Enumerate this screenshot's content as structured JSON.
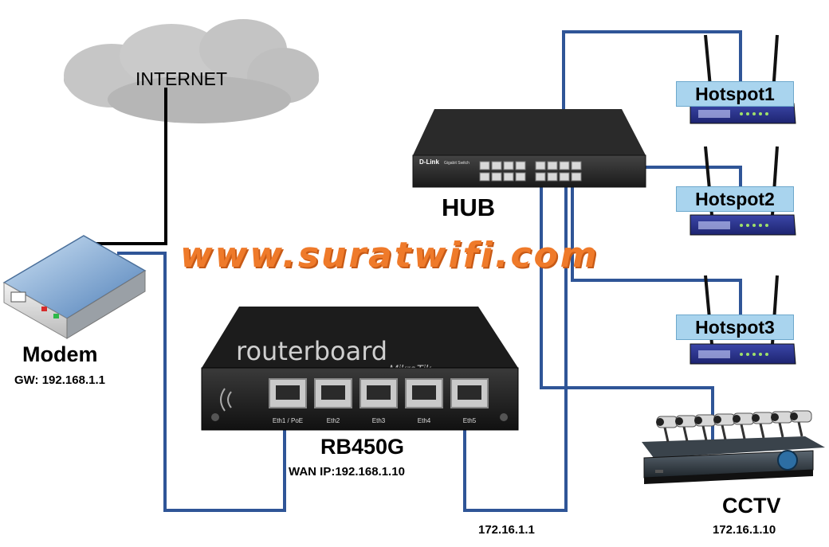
{
  "internet": {
    "label": "INTERNET"
  },
  "modem": {
    "name": "Modem",
    "gateway": "GW: 192.168.1.1"
  },
  "hub": {
    "name": "HUB",
    "brand": "D-Link",
    "model_text": "Gigabit Switch"
  },
  "router": {
    "name": "RB450G",
    "wan_ip": "WAN IP:192.168.1.10",
    "lan_ip": "172.16.1.1",
    "brand_main": "routerboard",
    "brand_sub": "MikroTik",
    "ports": [
      "Eth1 / PoE",
      "Eth2",
      "Eth3",
      "Eth4",
      "Eth5"
    ]
  },
  "hotspots": [
    {
      "label": "Hotspot1"
    },
    {
      "label": "Hotspot2"
    },
    {
      "label": "Hotspot3"
    }
  ],
  "cctv": {
    "name": "CCTV",
    "ip": "172.16.1.10"
  },
  "watermark": "www.suratwifi.com",
  "colors": {
    "cable_blue": "#2f5597",
    "cable_black": "#000000",
    "watermark_orange": "#ef7a2a",
    "hotspot_label_bg": "#a9d4ee"
  }
}
